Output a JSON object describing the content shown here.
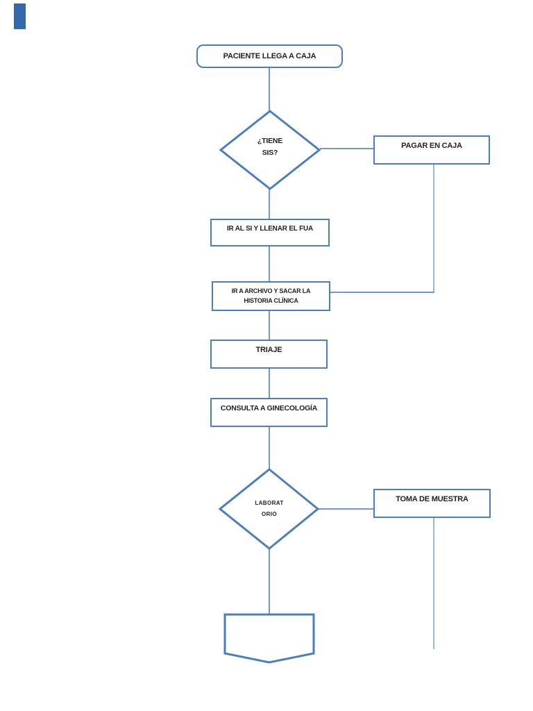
{
  "palette": {
    "shape_border": "#4a7ebc",
    "connector": "#6f99cc",
    "connector_light": "#98b5db",
    "text": "#212121",
    "corner_mark": "#3568a8",
    "background": "#ffffff"
  },
  "diagram": {
    "type": "flowchart",
    "nodes": {
      "start": {
        "shape": "rounded-rectangle",
        "label": "PACIENTE LLEGA A CAJA"
      },
      "decision_sis": {
        "shape": "diamond",
        "lines": [
          "¿TIENE",
          "SIS?"
        ]
      },
      "pagar": {
        "shape": "rectangle",
        "label": "PAGAR EN CAJA"
      },
      "ir_al_si": {
        "shape": "rectangle",
        "label": "IR AL SI Y LLENAR EL FUA"
      },
      "archivo": {
        "shape": "rectangle",
        "lines": [
          "IR A ARCHIVO Y SACAR LA",
          "HISTORIA CLÍNICA"
        ]
      },
      "triaje": {
        "shape": "rectangle",
        "label": "TRIAJE"
      },
      "consulta": {
        "shape": "rectangle",
        "label": "CONSULTA A GINECOLOGÍA"
      },
      "decision_lab": {
        "shape": "diamond",
        "lines": [
          "LABORAT",
          "ORIO"
        ]
      },
      "toma": {
        "shape": "rectangle",
        "label": "TOMA DE MUESTRA"
      },
      "offpage": {
        "shape": "off-page-connector",
        "label": ""
      }
    },
    "edges": [
      {
        "from": "start",
        "to": "decision_sis"
      },
      {
        "from": "decision_sis",
        "to": "pagar"
      },
      {
        "from": "decision_sis",
        "to": "ir_al_si"
      },
      {
        "from": "pagar",
        "to": "archivo"
      },
      {
        "from": "ir_al_si",
        "to": "archivo"
      },
      {
        "from": "archivo",
        "to": "triaje"
      },
      {
        "from": "triaje",
        "to": "consulta"
      },
      {
        "from": "consulta",
        "to": "decision_lab"
      },
      {
        "from": "decision_lab",
        "to": "toma"
      },
      {
        "from": "decision_lab",
        "to": "offpage"
      },
      {
        "from": "toma",
        "to": "unconnected-end"
      }
    ]
  }
}
